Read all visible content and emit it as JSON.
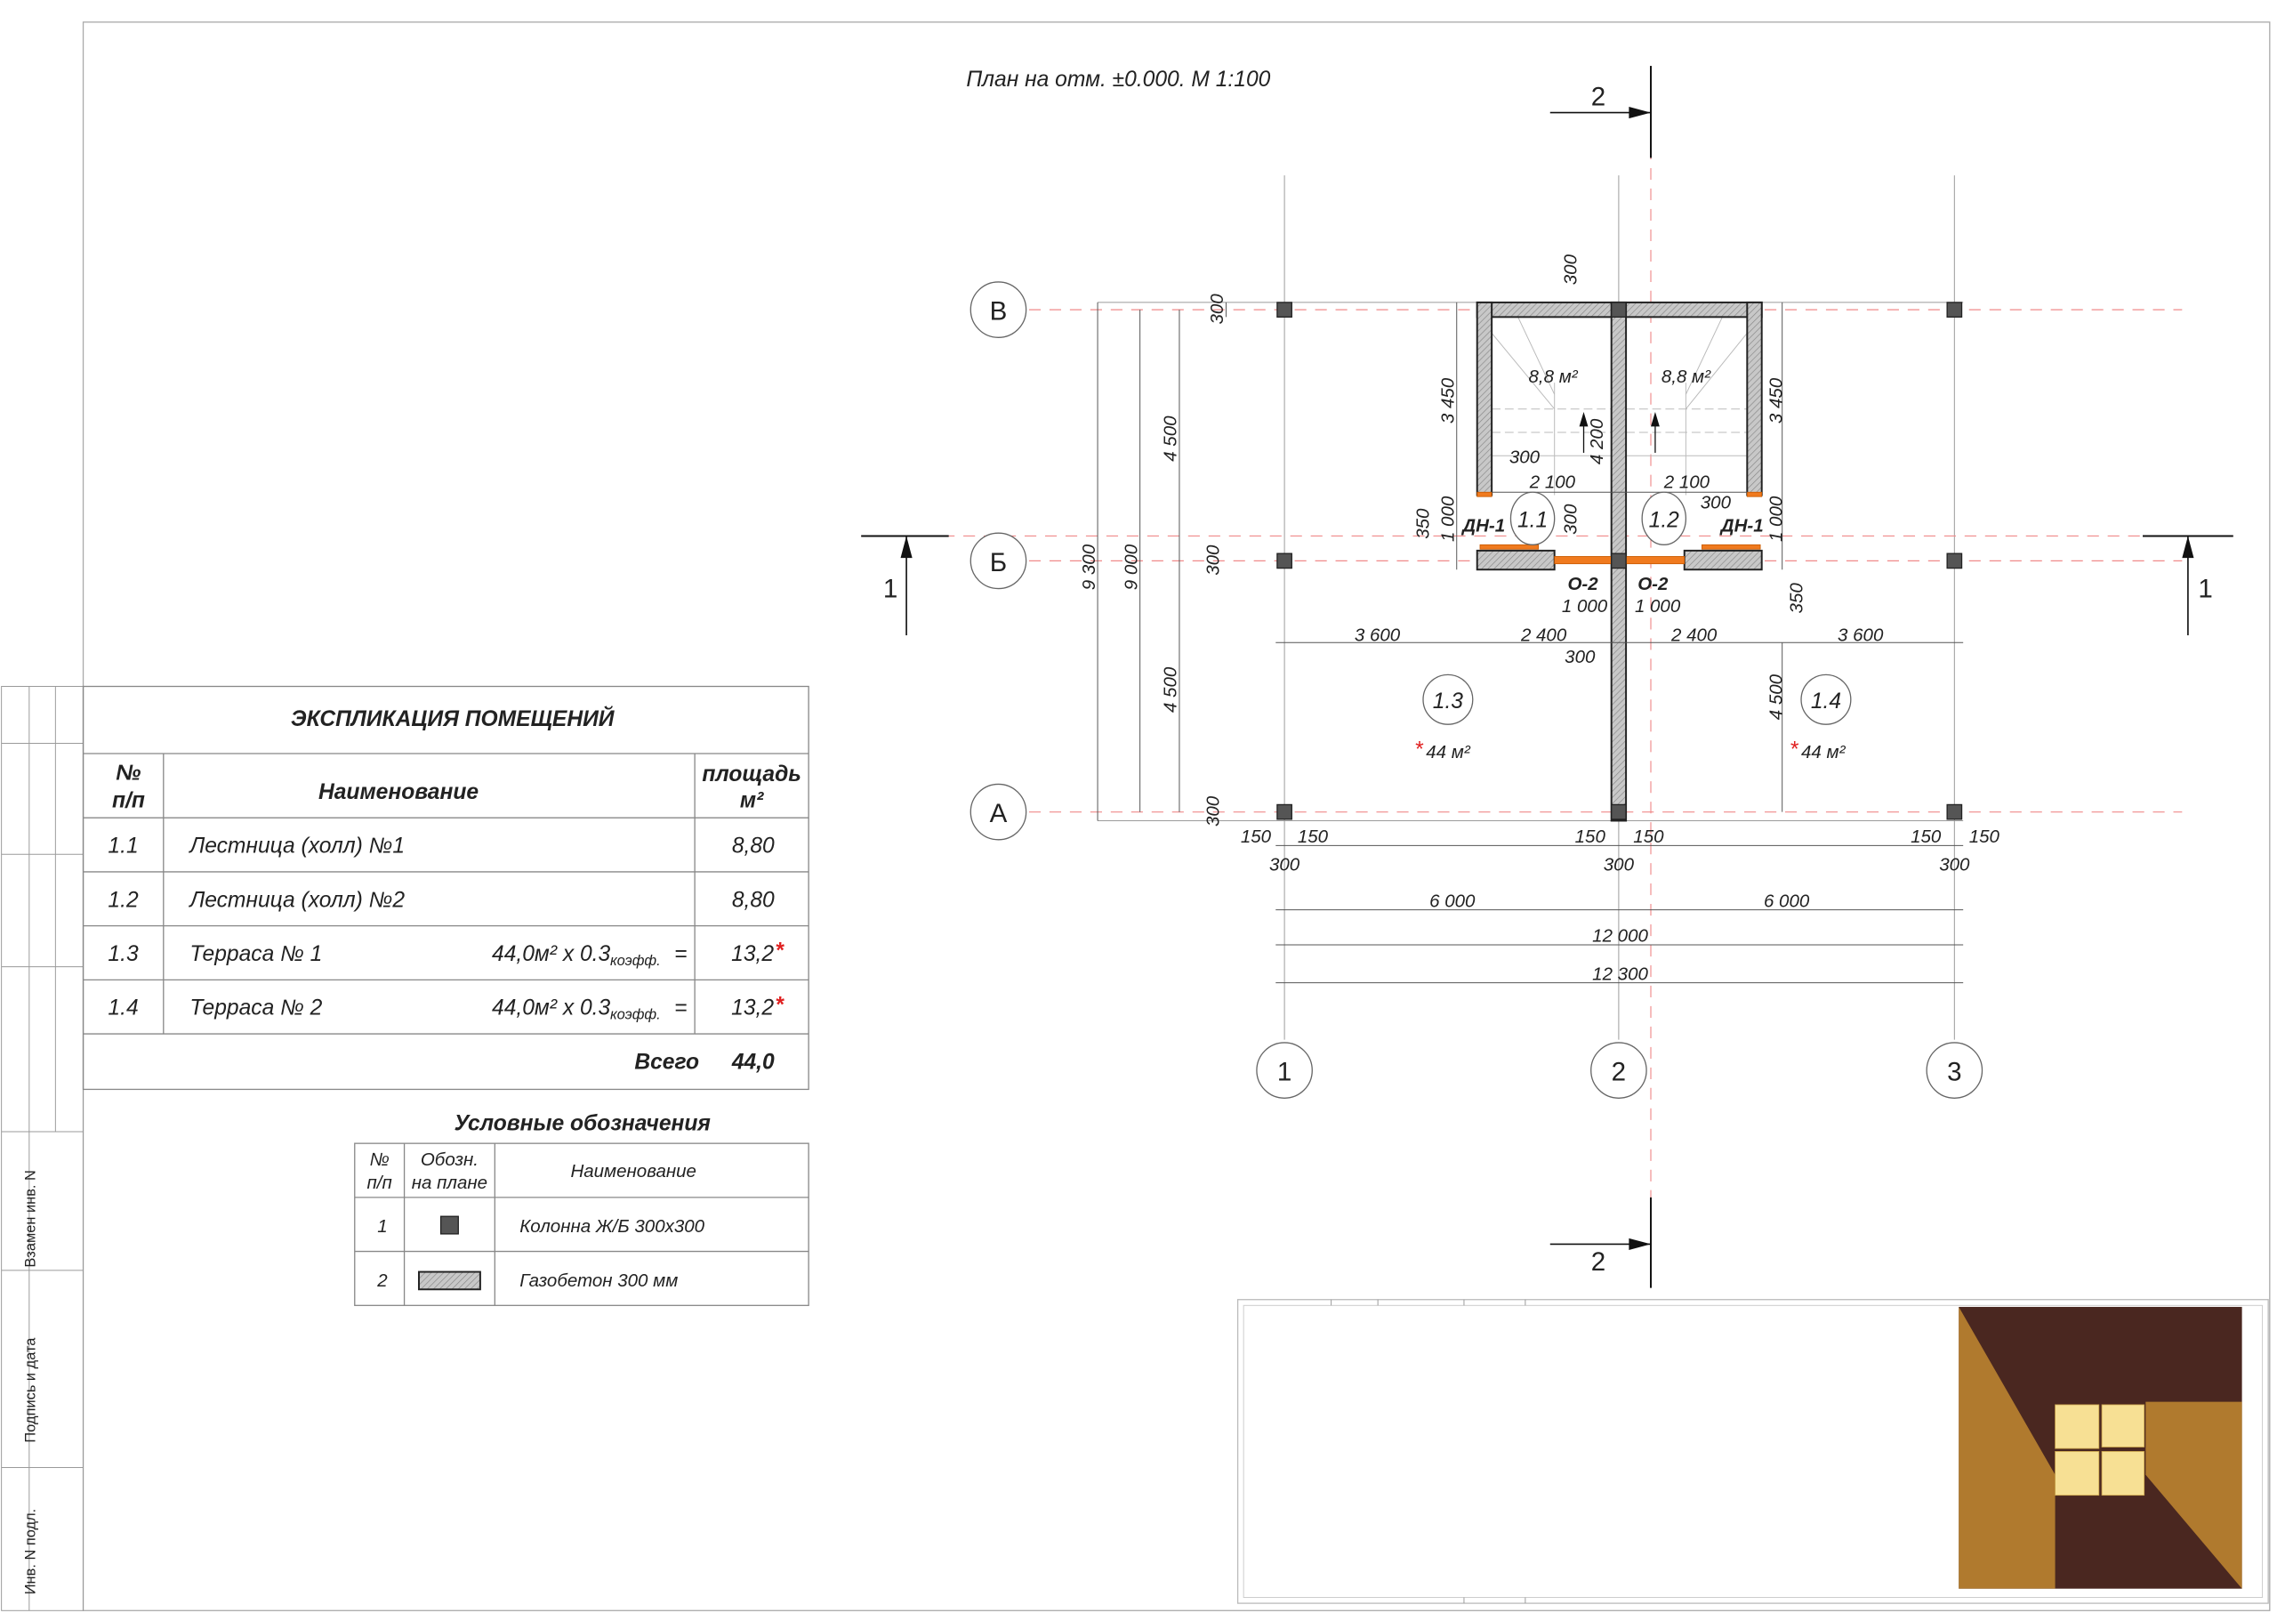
{
  "plan": {
    "title": "План на отм. ±0.000. М 1:100",
    "section_1": "1",
    "section_2": "2",
    "axes": {
      "rows": [
        "В",
        "Б",
        "А"
      ],
      "cols": [
        "1",
        "2",
        "3"
      ]
    },
    "rooms": {
      "labels": [
        "1.1",
        "1.2",
        "1.3",
        "1.4"
      ],
      "areas": [
        "8,8 м²",
        "8,8 м²",
        "44 м²",
        "44 м²"
      ],
      "asterisk": "*"
    },
    "openings": {
      "door": "ДН-1",
      "window": "О-2"
    },
    "dims": {
      "d300": "300",
      "d350": "350",
      "d150": "150",
      "d1000": "1 000",
      "d2100": "2 100",
      "d2400": "2 400",
      "d3450": "3 450",
      "d3600": "3 600",
      "d4200": "4 200",
      "d4500": "4 500",
      "d6000": "6 000",
      "d9000": "9 000",
      "d9300": "9 300",
      "d12000": "12 000",
      "d12300": "12 300"
    }
  },
  "explication": {
    "title": "ЭКСПЛИКАЦИЯ ПОМЕЩЕНИЙ",
    "headers": {
      "num_1": "№",
      "num_2": "п/п",
      "name": "Наименование",
      "area_1": "площадь",
      "area_2": "м²"
    },
    "rows": [
      {
        "num": "1.1",
        "name": "Лестница (холл) №1",
        "area": "8,80"
      },
      {
        "num": "1.2",
        "name": "Лестница (холл) №2",
        "area": "8,80"
      },
      {
        "num": "1.3",
        "name": "Терраса № 1",
        "formula": "44,0м² х 0.3",
        "sub": "коэфф.",
        "eq": "=",
        "area": "13,2",
        "mark": "*"
      },
      {
        "num": "1.4",
        "name": "Терраса № 2",
        "formula": "44,0м² х 0.3",
        "sub": "коэфф.",
        "eq": "=",
        "area": "13,2",
        "mark": "*"
      }
    ],
    "total_label": "Всего",
    "total_value": "44,0"
  },
  "legend": {
    "title": "Условные обозначения",
    "headers": {
      "num_1": "№",
      "num_2": "п/п",
      "sym_1": "Обозн.",
      "sym_2": "на плане",
      "name": "Наименование"
    },
    "rows": [
      {
        "num": "1",
        "name": "Колонна Ж/Б 300х300"
      },
      {
        "num": "2",
        "name": "Газобетон 300 мм"
      }
    ]
  },
  "side_stamp": [
    "Взамен инв. N",
    "Подпись и дата",
    "Инв. N подл."
  ],
  "colors": {
    "window": "#f07a1e",
    "grid": "#f08a8a",
    "logo_dark": "#4a2720",
    "logo_gold": "#b07a2e",
    "logo_light": "#f7e094",
    "asterisk": "#e02020"
  }
}
